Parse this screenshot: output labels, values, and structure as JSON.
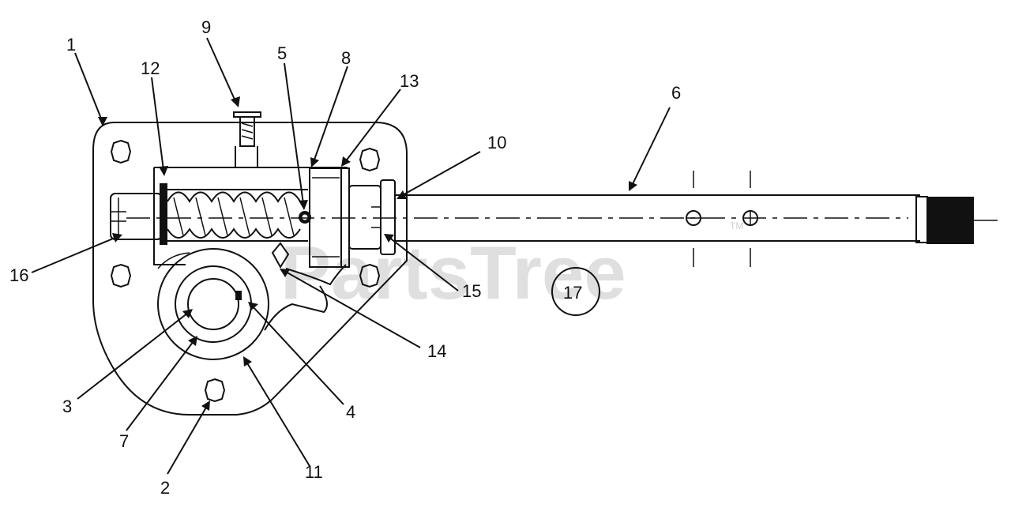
{
  "watermark": {
    "brand": "PartsTree",
    "trademark": "TM"
  },
  "callouts": {
    "1": "1",
    "2": "2",
    "3": "3",
    "4": "4",
    "5": "5",
    "6": "6",
    "7": "7",
    "8": "8",
    "9": "9",
    "10": "10",
    "11": "11",
    "12": "12",
    "13": "13",
    "14": "14",
    "15": "15",
    "16": "16",
    "17": "17"
  },
  "colors": {
    "ink": "#111111",
    "watermark": "#d8d8d8",
    "background": "#ffffff"
  }
}
